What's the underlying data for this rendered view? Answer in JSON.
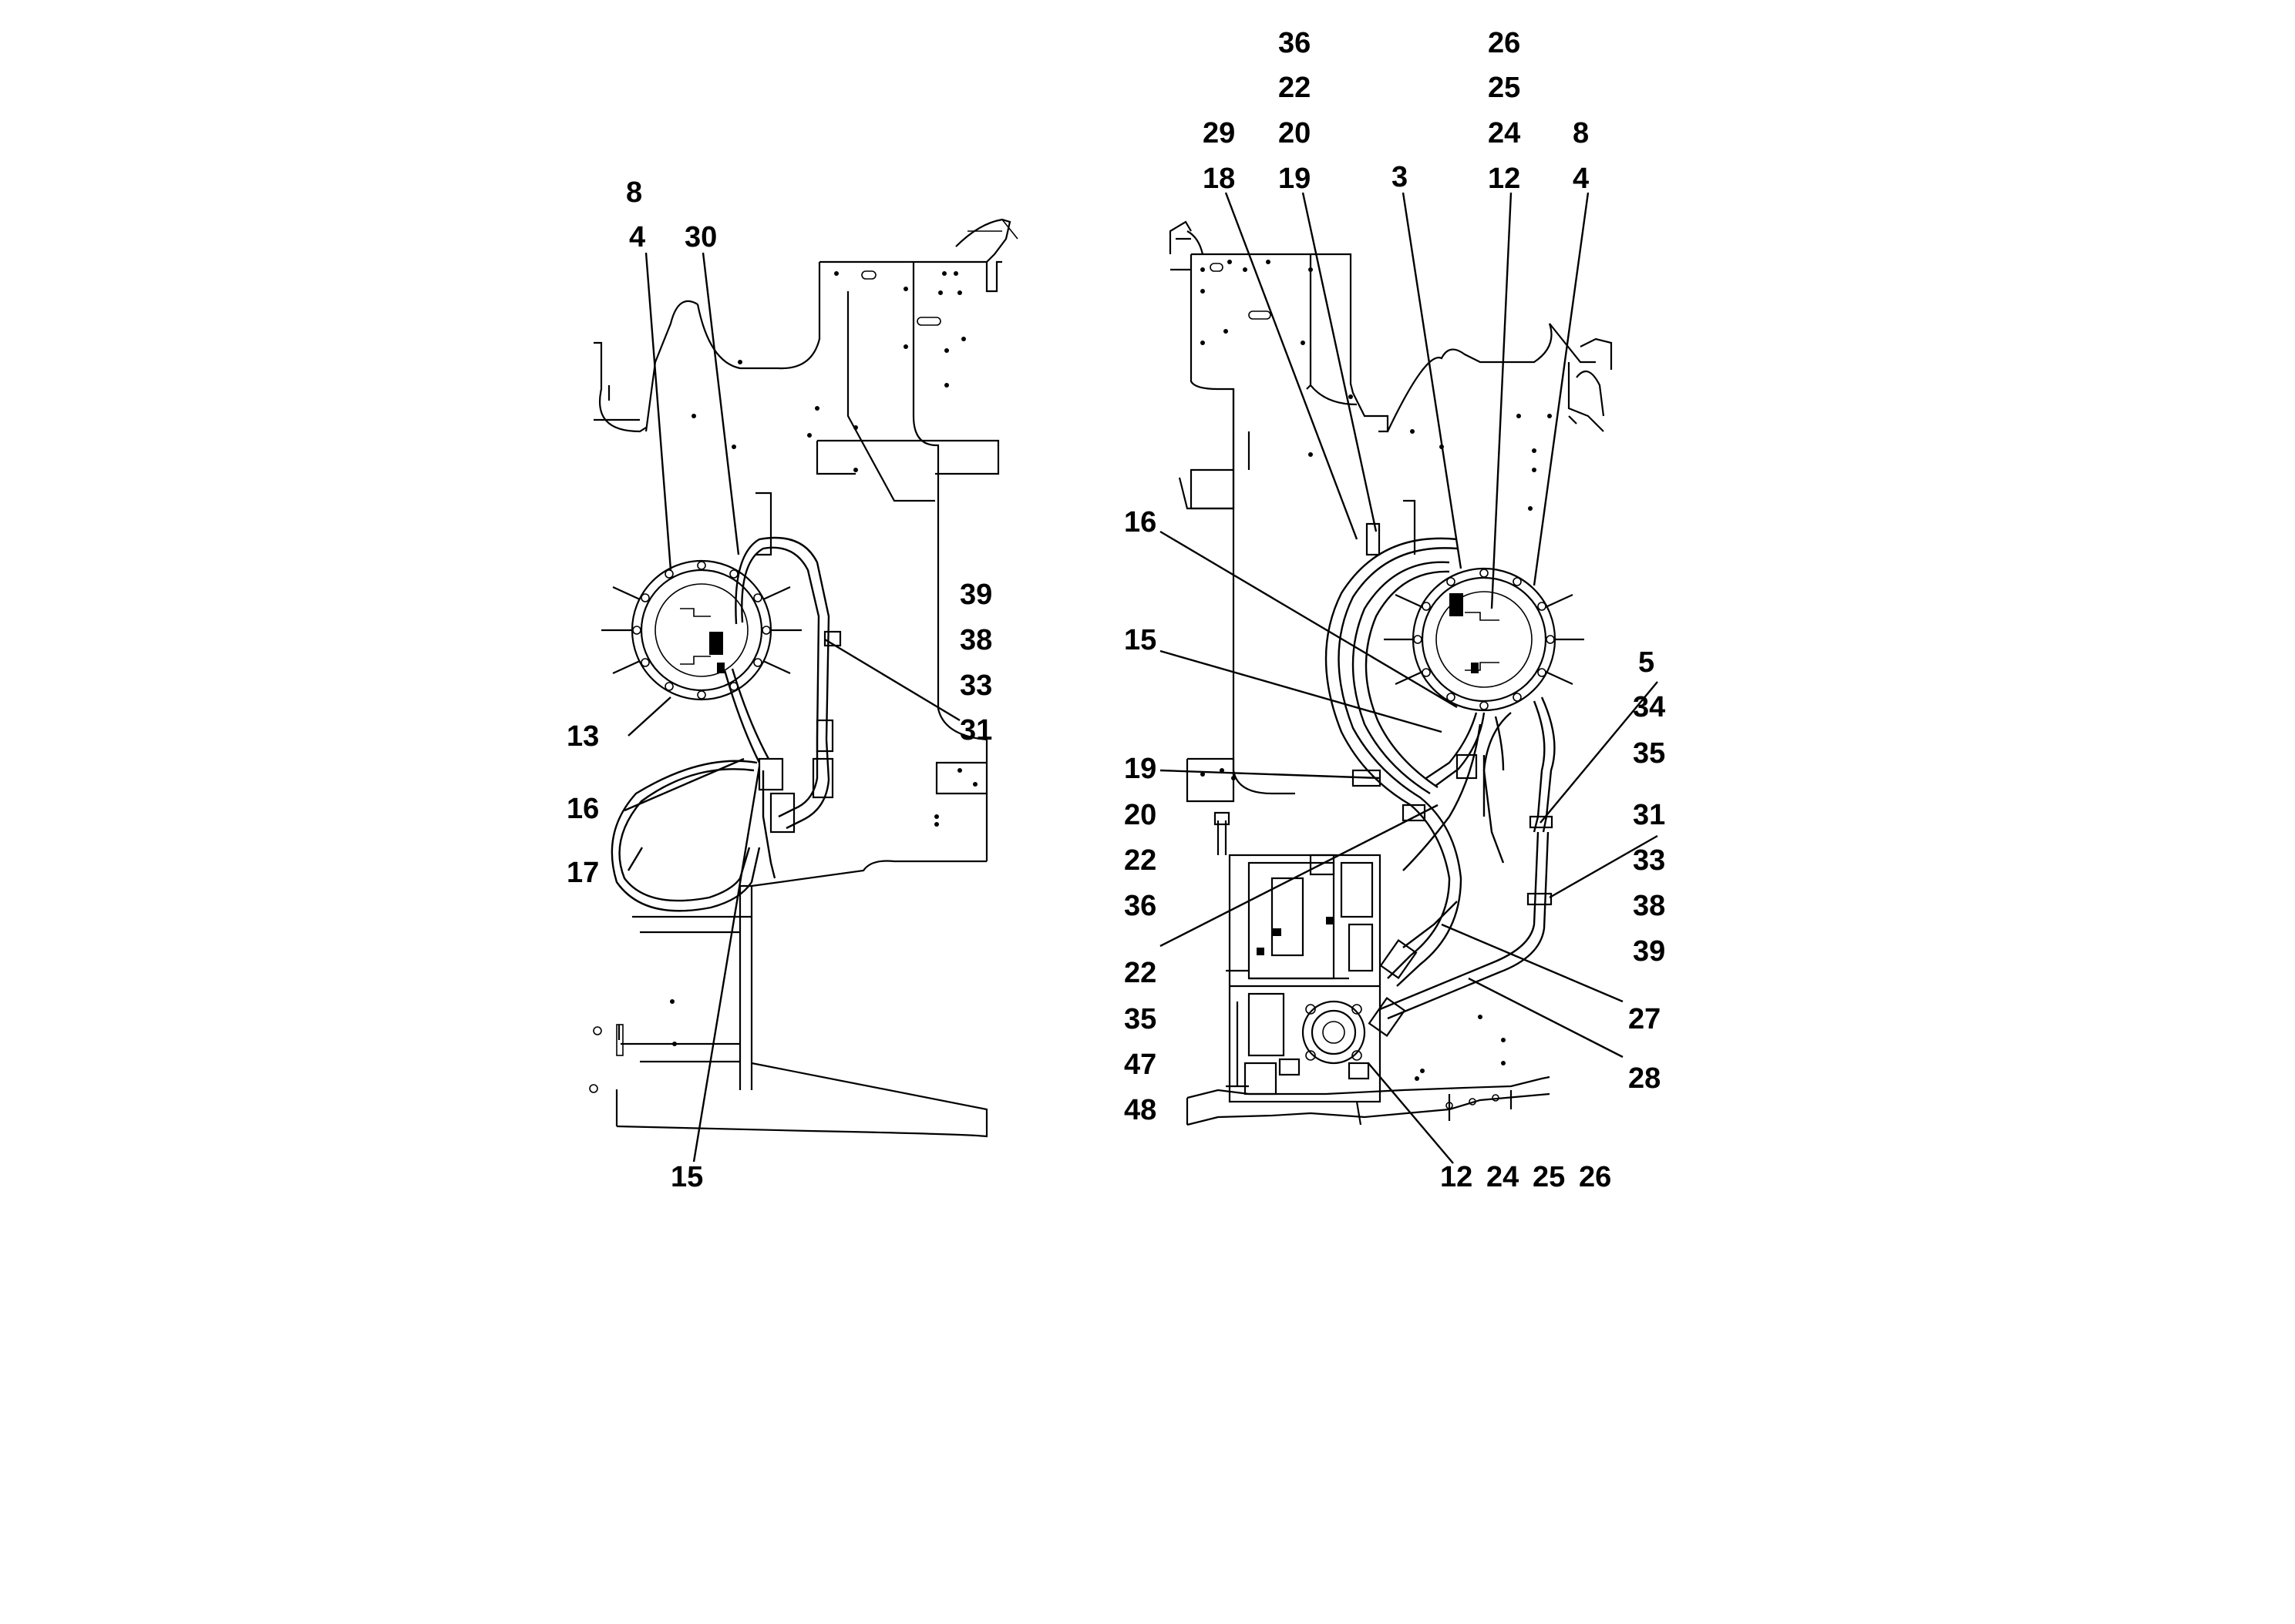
{
  "left_view": {
    "callouts": [
      {
        "id": "L8",
        "text": "8"
      },
      {
        "id": "L4",
        "text": "4"
      },
      {
        "id": "L30",
        "text": "30"
      },
      {
        "id": "L39",
        "text": "39"
      },
      {
        "id": "L38",
        "text": "38"
      },
      {
        "id": "L33",
        "text": "33"
      },
      {
        "id": "L31",
        "text": "31"
      },
      {
        "id": "L13",
        "text": "13"
      },
      {
        "id": "L16",
        "text": "16"
      },
      {
        "id": "L17",
        "text": "17"
      },
      {
        "id": "L15",
        "text": "15"
      }
    ]
  },
  "right_view": {
    "callouts": [
      {
        "id": "R36a",
        "text": "36"
      },
      {
        "id": "R22a",
        "text": "22"
      },
      {
        "id": "R20a",
        "text": "20"
      },
      {
        "id": "R29",
        "text": "29"
      },
      {
        "id": "R18",
        "text": "18"
      },
      {
        "id": "R19a",
        "text": "19"
      },
      {
        "id": "R3",
        "text": "3"
      },
      {
        "id": "R26a",
        "text": "26"
      },
      {
        "id": "R25a",
        "text": "25"
      },
      {
        "id": "R24a",
        "text": "24"
      },
      {
        "id": "R12a",
        "text": "12"
      },
      {
        "id": "R8",
        "text": "8"
      },
      {
        "id": "R4",
        "text": "4"
      },
      {
        "id": "R16",
        "text": "16"
      },
      {
        "id": "R15",
        "text": "15"
      },
      {
        "id": "R5",
        "text": "5"
      },
      {
        "id": "R34",
        "text": "34"
      },
      {
        "id": "R35a",
        "text": "35"
      },
      {
        "id": "R19b",
        "text": "19"
      },
      {
        "id": "R20b",
        "text": "20"
      },
      {
        "id": "R22b",
        "text": "22"
      },
      {
        "id": "R36b",
        "text": "36"
      },
      {
        "id": "R31",
        "text": "31"
      },
      {
        "id": "R33",
        "text": "33"
      },
      {
        "id": "R38",
        "text": "38"
      },
      {
        "id": "R39",
        "text": "39"
      },
      {
        "id": "R22c",
        "text": "22"
      },
      {
        "id": "R35b",
        "text": "35"
      },
      {
        "id": "R47",
        "text": "47"
      },
      {
        "id": "R48",
        "text": "48"
      },
      {
        "id": "R27",
        "text": "27"
      },
      {
        "id": "R28",
        "text": "28"
      },
      {
        "id": "R12b",
        "text": "12"
      },
      {
        "id": "R24b",
        "text": "24"
      },
      {
        "id": "R25b",
        "text": "25"
      },
      {
        "id": "R26b",
        "text": "26"
      }
    ]
  }
}
